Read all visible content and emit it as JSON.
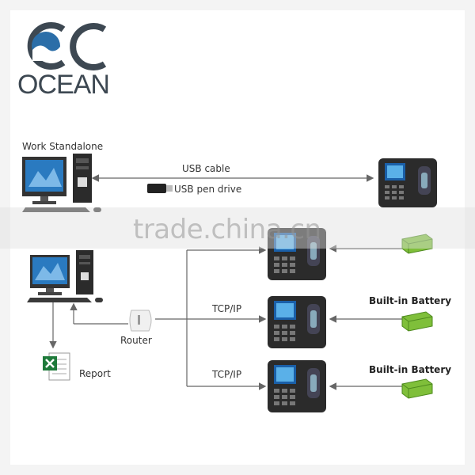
{
  "logo": {
    "text": "OCEAN"
  },
  "labels": {
    "work_standalone": "Work Standalone",
    "usb_cable": "USB cable",
    "usb_pen_drive": "USB pen drive",
    "router": "Router",
    "report": "Report",
    "tcpip_1": "TCP/IP",
    "tcpip_2": "TCP/IP",
    "battery_1": "Built-in Battery",
    "battery_2": "Built-in Battery"
  },
  "watermark": "trade.china.cn",
  "colors": {
    "logo_blue": "#2b6ea8",
    "logo_gray": "#3d4852",
    "battery_green": "#7fbf3a",
    "line": "#666666"
  }
}
